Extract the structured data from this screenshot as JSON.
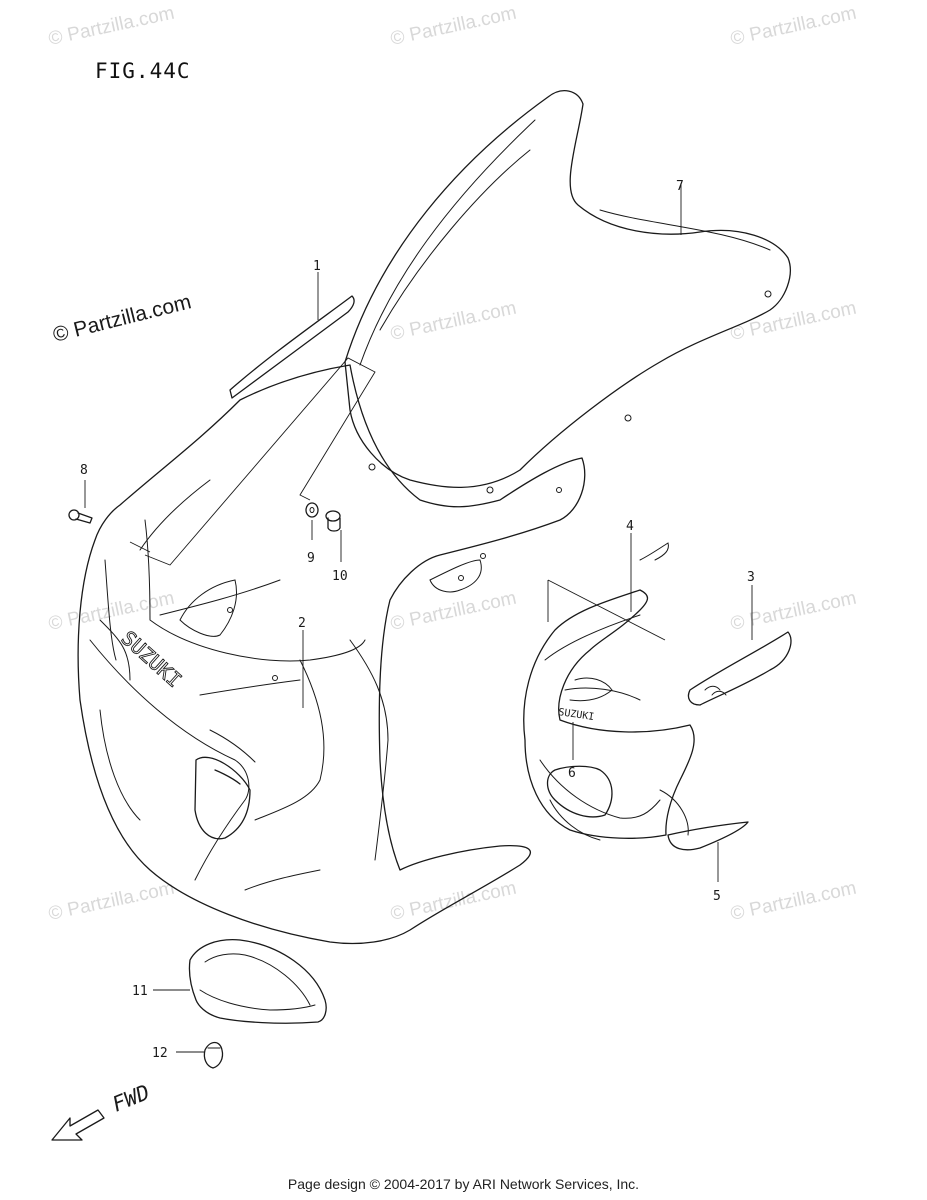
{
  "figure": {
    "title": "FIG.44C"
  },
  "watermarks": {
    "text": "© Partzilla.com",
    "primary_text": "© Partzilla.com"
  },
  "branding": {
    "large_logo": "SUZUKI",
    "small_logo": "SUZUKI"
  },
  "callouts": {
    "p1": "1",
    "p2": "2",
    "p3": "3",
    "p4": "4",
    "p5": "5",
    "p6": "6",
    "p7": "7",
    "p8": "8",
    "p9": "9",
    "p10": "10",
    "p11": "11",
    "p12": "12"
  },
  "direction": {
    "label": "FWD"
  },
  "footer": {
    "text": "Page design © 2004-2017 by ARI Network Services, Inc."
  }
}
